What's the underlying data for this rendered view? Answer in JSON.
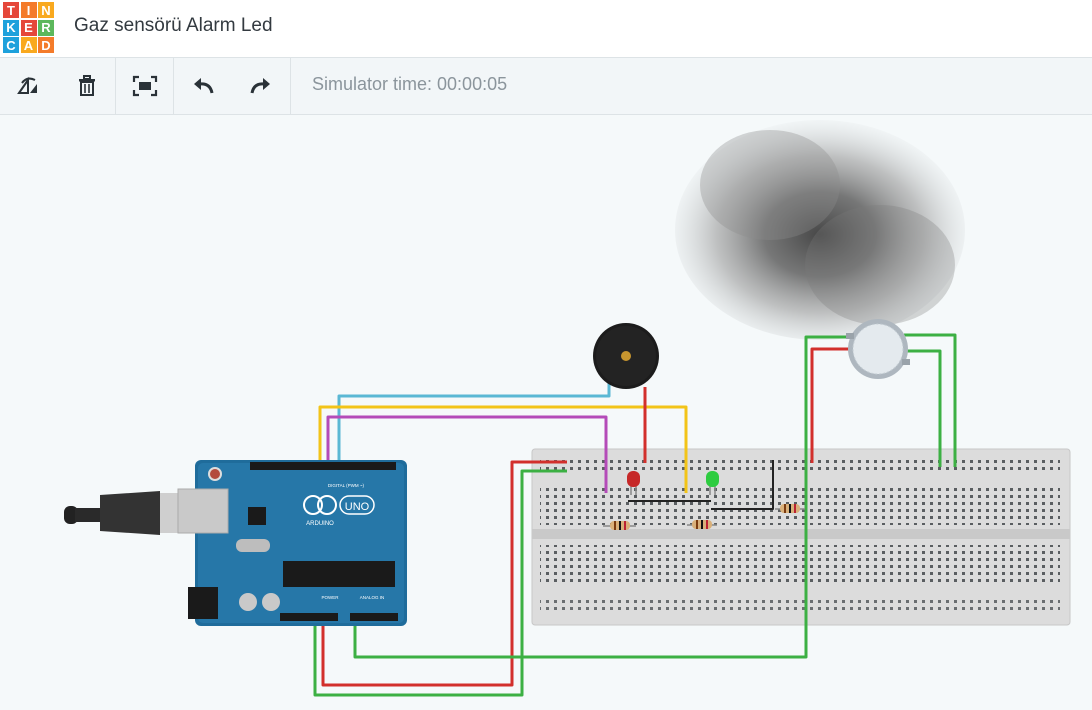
{
  "app": {
    "logo_letters": [
      "T",
      "I",
      "N",
      "K",
      "E",
      "R",
      "C",
      "A",
      "D"
    ],
    "logo_colors": [
      "#e5473a",
      "#f47b2a",
      "#f9a91f",
      "#1ea1dc",
      "#e5473a",
      "#5cb85c",
      "#1ea1dc",
      "#f9a91f",
      "#f47b2a"
    ],
    "title": "Gaz sensörü Alarm Led"
  },
  "toolbar": {
    "items": [
      {
        "name": "rotate-icon"
      },
      {
        "name": "delete-icon"
      },
      {
        "name": "fit-to-view-icon"
      },
      {
        "name": "undo-icon"
      },
      {
        "name": "redo-icon"
      }
    ],
    "simulator_time_label": "Simulator time: 00:00:05"
  },
  "board": {
    "brand": "ARDUINO",
    "model": "UNO",
    "header_labels": {
      "digital": "DIGITAL (PWM ~)",
      "power": "POWER",
      "analog": "ANALOG IN"
    }
  },
  "components": [
    "arduino-uno",
    "breadboard",
    "piezo-buzzer",
    "red-led",
    "green-led",
    "gas-sensor",
    "resistor",
    "resistor",
    "resistor",
    "smoke"
  ],
  "wire_colors": {
    "red": "#d2302c",
    "green": "#3cb043",
    "yellow": "#f2c418",
    "cyan": "#5ab8d4",
    "magenta": "#b44bb8",
    "black": "#222222"
  }
}
